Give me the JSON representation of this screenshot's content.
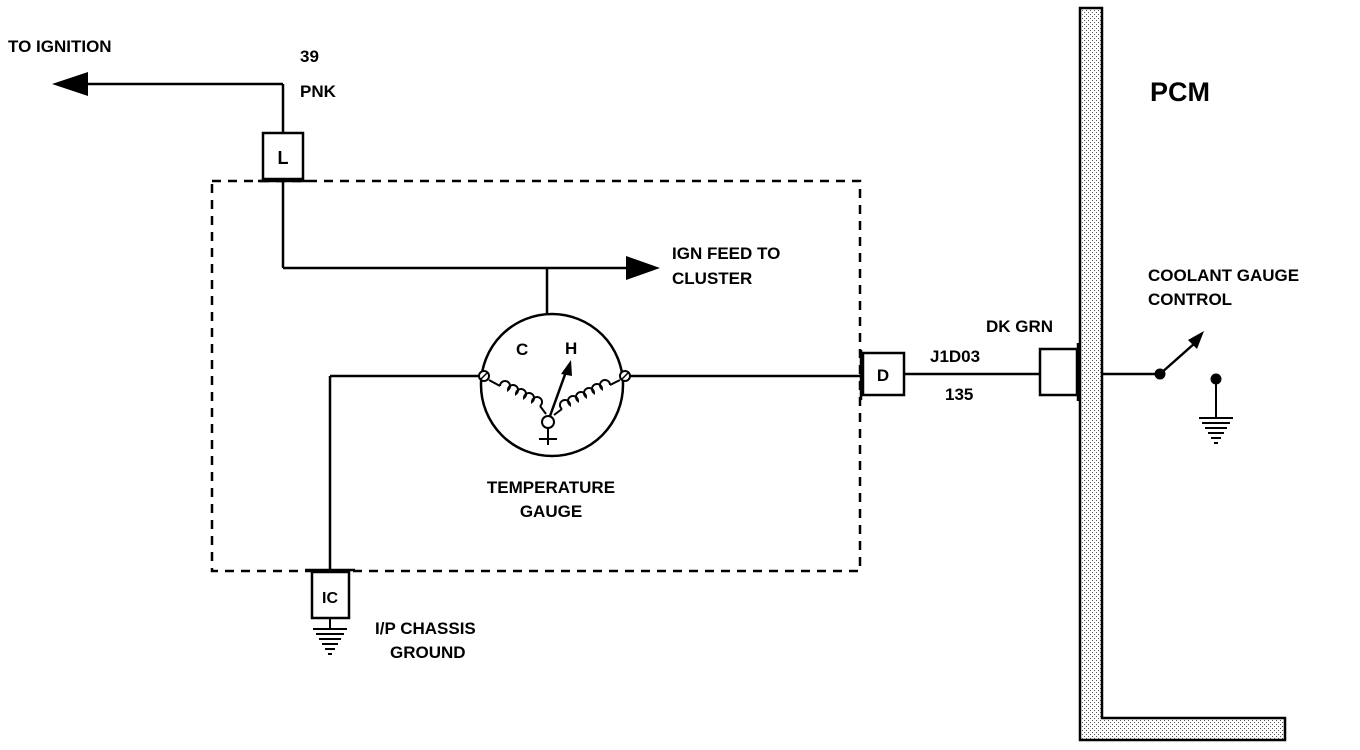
{
  "labels": {
    "to_ignition": "TO IGNITION",
    "circuit_39": "39",
    "pnk": "PNK",
    "connector_l": "L",
    "ign_feed_line1": "IGN FEED TO",
    "ign_feed_line2": "CLUSTER",
    "gauge_c": "C",
    "gauge_h": "H",
    "temp_gauge_line1": "TEMPERATURE",
    "temp_gauge_line2": "GAUGE",
    "connector_d": "D",
    "connector_ic": "IC",
    "chassis_ground_line1": "I/P CHASSIS",
    "chassis_ground_line2": "GROUND",
    "dk_grn": "DK GRN",
    "j1d03": "J1D03",
    "circuit_135": "135",
    "pcm": "PCM",
    "coolant_line1": "COOLANT GAUGE",
    "coolant_line2": "CONTROL"
  }
}
